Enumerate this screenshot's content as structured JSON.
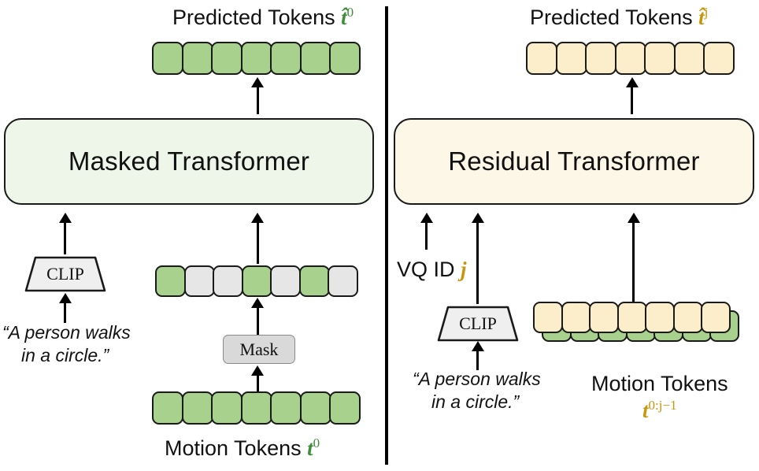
{
  "figure": {
    "type": "diagram",
    "title": "Masked Transformer and Residual Transformer pipeline"
  },
  "colors": {
    "green_token": "#a9d18e",
    "gray_token": "#e6e6e6",
    "yellow_token": "#fceecb",
    "green_box": "#eef5e9",
    "yellow_box": "#fdf7e8",
    "green_symbol": "#3f8c3a",
    "gold_symbol": "#c8960c",
    "mask_box": "#d9d9d9",
    "clip_box": "#efefef",
    "stroke": "#1a1a1a"
  },
  "left_panel": {
    "predicted_caption": {
      "text": "Predicted Tokens",
      "symbol": "t̂",
      "superscript": "0"
    },
    "transformer": {
      "label": "Masked Transformer"
    },
    "clip": {
      "label": "CLIP"
    },
    "prompt": {
      "line1": "“A person walks",
      "line2": "in a circle.”"
    },
    "mask": {
      "label": "Mask"
    },
    "motion_caption": {
      "text": "Motion Tokens",
      "symbol": "t",
      "superscript": "0"
    },
    "predicted_tokens": [
      "green",
      "green",
      "green",
      "green",
      "green",
      "green",
      "green"
    ],
    "masked_tokens": [
      "green",
      "gray",
      "gray",
      "green",
      "gray",
      "green",
      "gray"
    ],
    "input_tokens": [
      "green",
      "green",
      "green",
      "green",
      "green",
      "green",
      "green"
    ]
  },
  "right_panel": {
    "predicted_caption": {
      "text": "Predicted Tokens",
      "symbol": "t̂",
      "superscript": "j"
    },
    "transformer": {
      "label": "Residual Transformer"
    },
    "vq_id": {
      "text": "VQ ID",
      "symbol": "j"
    },
    "clip": {
      "label": "CLIP"
    },
    "prompt": {
      "line1": "“A person walks",
      "line2": "in a circle.”"
    },
    "motion_caption": {
      "text": "Motion Tokens",
      "symbol": "t",
      "superscript": "0:j−1"
    },
    "predicted_tokens": [
      "yellow",
      "yellow",
      "yellow",
      "yellow",
      "yellow",
      "yellow",
      "yellow"
    ],
    "stack_front_tokens": [
      "yellow",
      "yellow",
      "yellow",
      "yellow",
      "yellow",
      "yellow",
      "yellow"
    ],
    "stack_back_tokens": [
      "green",
      "green",
      "green",
      "green",
      "green",
      "green",
      "green"
    ]
  }
}
